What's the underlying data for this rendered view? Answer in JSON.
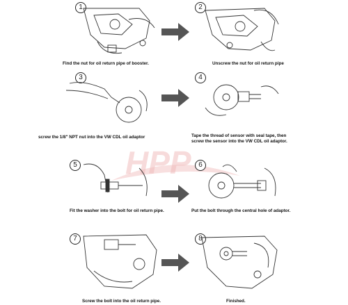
{
  "steps": [
    {
      "number": "1",
      "caption": "Find the nut for oil return pipe of booster."
    },
    {
      "number": "2",
      "caption": "Unscrew the nut for oil return pipe"
    },
    {
      "number": "3",
      "caption": "screw the 1/8\" NPT nut into the VW CDL oil adaptor"
    },
    {
      "number": "4",
      "caption": "Tape the thread of sensor with seal tape, then screw the sensor into the VW CDL oil adaptor."
    },
    {
      "number": "5",
      "caption": "Fit the washer into the bolt for oil return pipe."
    },
    {
      "number": "6",
      "caption": "Put the bolt through the central hole of adaptor."
    },
    {
      "number": "7",
      "caption": "Screw the bolt into the oil return pipe."
    },
    {
      "number": "8",
      "caption": "Finished."
    }
  ],
  "watermark": {
    "logo_text": "HPP",
    "color": "#e03a3a"
  }
}
